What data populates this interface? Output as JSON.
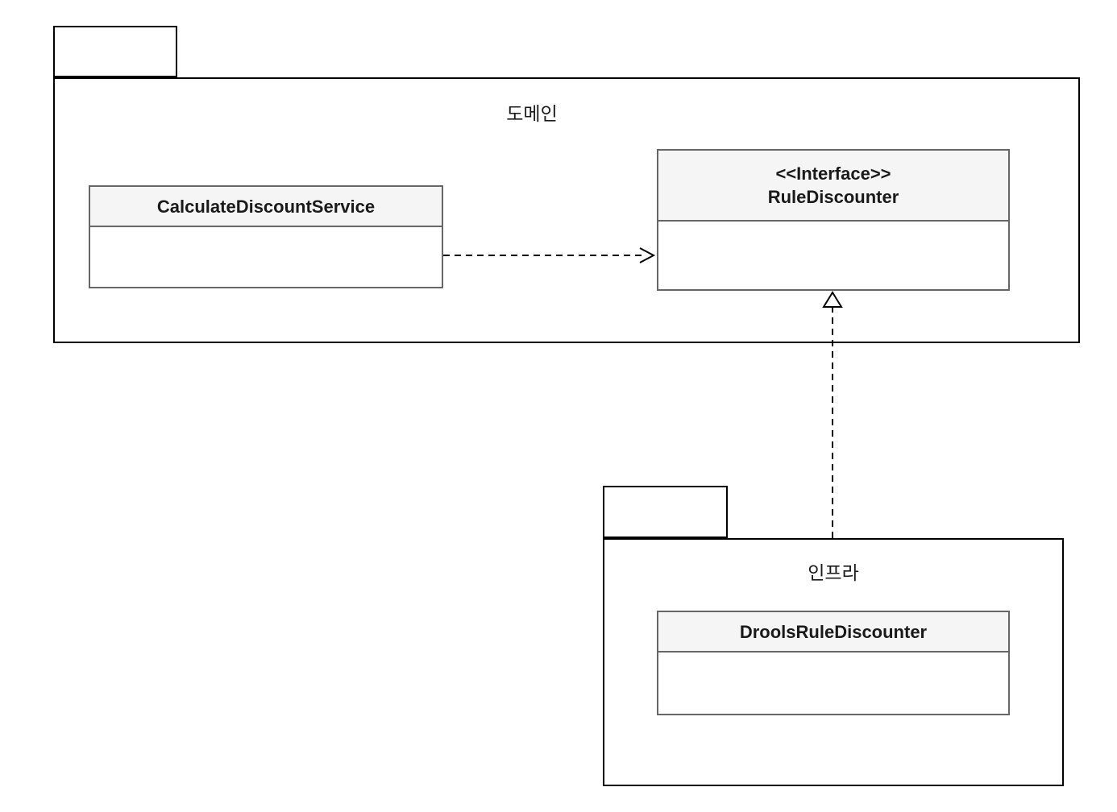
{
  "diagram": {
    "type": "uml-package-diagram",
    "packages": [
      {
        "label": "도메인"
      },
      {
        "label": "인프라"
      }
    ],
    "classes": [
      {
        "name": "CalculateDiscountService",
        "stereotype": "",
        "package": "도메인"
      },
      {
        "name": "RuleDiscounter",
        "stereotype": "<<Interface>>",
        "package": "도메인"
      },
      {
        "name": "DroolsRuleDiscounter",
        "stereotype": "",
        "package": "인프라"
      }
    ],
    "relationships": [
      {
        "type": "dependency",
        "from": "CalculateDiscountService",
        "to": "RuleDiscounter",
        "line": "dashed",
        "arrowhead": "open"
      },
      {
        "type": "realization",
        "from": "DroolsRuleDiscounter",
        "to": "RuleDiscounter",
        "line": "dashed",
        "arrowhead": "hollow-triangle"
      }
    ],
    "colors": {
      "background": "#ffffff",
      "package_border": "#000000",
      "class_border": "#666666",
      "class_header_fill": "#f5f5f5",
      "text": "#1a1a1a",
      "connector": "#000000"
    }
  }
}
